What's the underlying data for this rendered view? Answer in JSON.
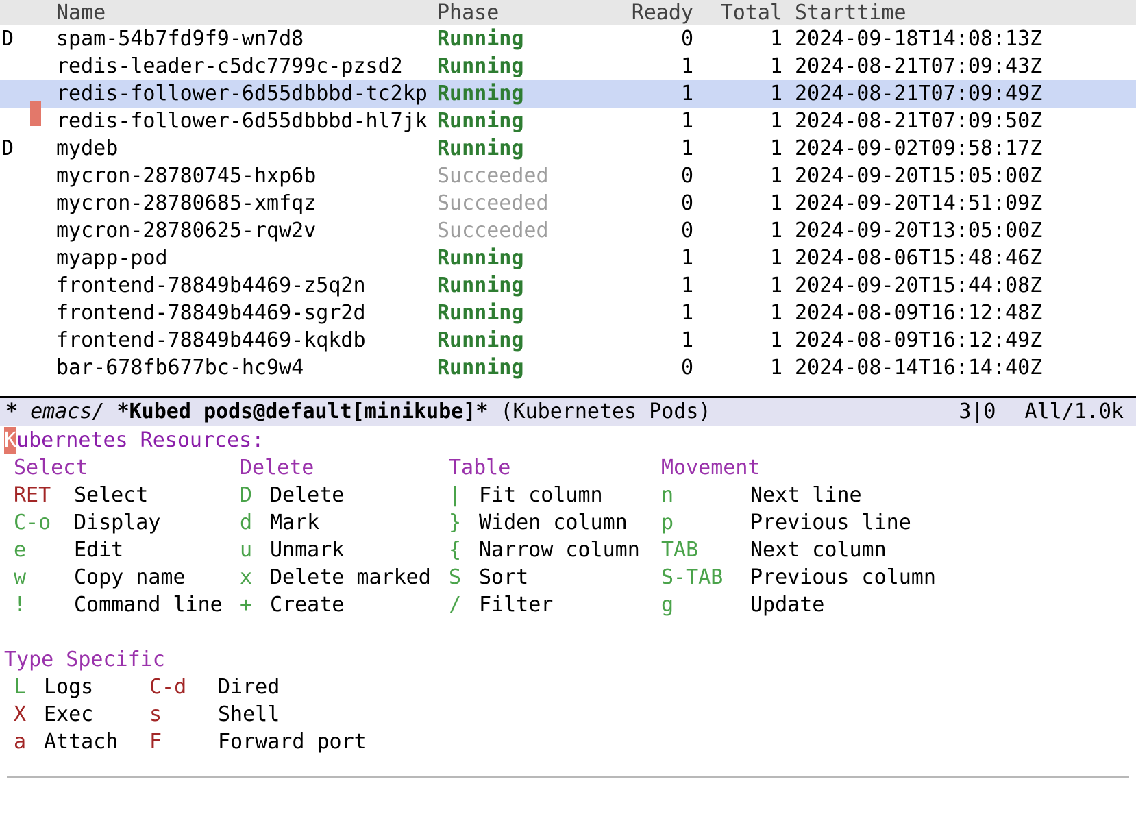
{
  "table": {
    "columns": [
      "Name",
      "Phase",
      "Ready",
      "Total",
      "Starttime"
    ],
    "rows": [
      {
        "mark": "D",
        "selected": false,
        "name": "spam-54b7fd9f9-wn7d8",
        "phase": "Running",
        "phase_state": "running",
        "ready": "0",
        "total": "1",
        "starttime": "2024-09-18T14:08:13Z"
      },
      {
        "mark": "",
        "selected": false,
        "name": "redis-leader-c5dc7799c-pzsd2",
        "phase": "Running",
        "phase_state": "running",
        "ready": "1",
        "total": "1",
        "starttime": "2024-08-21T07:09:43Z"
      },
      {
        "mark": "",
        "selected": true,
        "name": "redis-follower-6d55dbbbd-tc2kp",
        "phase": "Running",
        "phase_state": "running",
        "ready": "1",
        "total": "1",
        "starttime": "2024-08-21T07:09:49Z"
      },
      {
        "mark": "",
        "selected": false,
        "name": "redis-follower-6d55dbbbd-hl7jk",
        "phase": "Running",
        "phase_state": "running",
        "ready": "1",
        "total": "1",
        "starttime": "2024-08-21T07:09:50Z"
      },
      {
        "mark": "D",
        "selected": false,
        "name": "mydeb",
        "phase": "Running",
        "phase_state": "running",
        "ready": "1",
        "total": "1",
        "starttime": "2024-09-02T09:58:17Z"
      },
      {
        "mark": "",
        "selected": false,
        "name": "mycron-28780745-hxp6b",
        "phase": "Succeeded",
        "phase_state": "succeeded",
        "ready": "0",
        "total": "1",
        "starttime": "2024-09-20T15:05:00Z"
      },
      {
        "mark": "",
        "selected": false,
        "name": "mycron-28780685-xmfqz",
        "phase": "Succeeded",
        "phase_state": "succeeded",
        "ready": "0",
        "total": "1",
        "starttime": "2024-09-20T14:51:09Z"
      },
      {
        "mark": "",
        "selected": false,
        "name": "mycron-28780625-rqw2v",
        "phase": "Succeeded",
        "phase_state": "succeeded",
        "ready": "0",
        "total": "1",
        "starttime": "2024-09-20T13:05:00Z"
      },
      {
        "mark": "",
        "selected": false,
        "name": "myapp-pod",
        "phase": "Running",
        "phase_state": "running",
        "ready": "1",
        "total": "1",
        "starttime": "2024-08-06T15:48:46Z"
      },
      {
        "mark": "",
        "selected": false,
        "name": "frontend-78849b4469-z5q2n",
        "phase": "Running",
        "phase_state": "running",
        "ready": "1",
        "total": "1",
        "starttime": "2024-09-20T15:44:08Z"
      },
      {
        "mark": "",
        "selected": false,
        "name": "frontend-78849b4469-sgr2d",
        "phase": "Running",
        "phase_state": "running",
        "ready": "1",
        "total": "1",
        "starttime": "2024-08-09T16:12:48Z"
      },
      {
        "mark": "",
        "selected": false,
        "name": "frontend-78849b4469-kqkdb",
        "phase": "Running",
        "phase_state": "running",
        "ready": "1",
        "total": "1",
        "starttime": "2024-08-09T16:12:49Z"
      },
      {
        "mark": "",
        "selected": false,
        "name": "bar-678fb677bc-hc9w4",
        "phase": "Running",
        "phase_state": "running",
        "ready": "0",
        "total": "1",
        "starttime": "2024-08-14T16:14:40Z"
      }
    ]
  },
  "mode_line": {
    "modified_flag": "*",
    "frame_label": "emacs/",
    "buffer_name": "*Kubed pods@default[minikube]*",
    "major_mode": "(Kubernetes Pods)",
    "counts": "3|0",
    "position": "All/1.0k"
  },
  "help": {
    "title_first_char": "K",
    "title_rest": "ubernetes Resources:",
    "groups": [
      {
        "name": "Select",
        "bindings": [
          {
            "key": "RET",
            "key_color": "red",
            "desc": "Select"
          },
          {
            "key": "C-o",
            "key_color": "green",
            "desc": "Display"
          },
          {
            "key": "e",
            "key_color": "green",
            "desc": "Edit"
          },
          {
            "key": "w",
            "key_color": "green",
            "desc": "Copy name"
          },
          {
            "key": "!",
            "key_color": "green",
            "desc": "Command line"
          }
        ]
      },
      {
        "name": "Delete",
        "bindings": [
          {
            "key": "D",
            "key_color": "green",
            "desc": "Delete"
          },
          {
            "key": "d",
            "key_color": "green",
            "desc": "Mark"
          },
          {
            "key": "u",
            "key_color": "green",
            "desc": "Unmark"
          },
          {
            "key": "x",
            "key_color": "green",
            "desc": "Delete marked"
          },
          {
            "key": "+",
            "key_color": "green",
            "desc": "Create"
          }
        ]
      },
      {
        "name": "Table",
        "bindings": [
          {
            "key": "|",
            "key_color": "green",
            "desc": "Fit column"
          },
          {
            "key": "}",
            "key_color": "green",
            "desc": "Widen column"
          },
          {
            "key": "{",
            "key_color": "green",
            "desc": "Narrow column"
          },
          {
            "key": "S",
            "key_color": "green",
            "desc": "Sort"
          },
          {
            "key": "/",
            "key_color": "green",
            "desc": "Filter"
          }
        ]
      },
      {
        "name": "Movement",
        "bindings": [
          {
            "key": "n",
            "key_color": "green",
            "desc": "Next line"
          },
          {
            "key": "p",
            "key_color": "green",
            "desc": "Previous line"
          },
          {
            "key": "TAB",
            "key_color": "green",
            "desc": "Next column"
          },
          {
            "key": "S-TAB",
            "key_color": "green",
            "desc": "Previous column"
          },
          {
            "key": "g",
            "key_color": "green",
            "desc": "Update"
          }
        ]
      }
    ],
    "type_specific": {
      "name": "Type Specific",
      "rows": [
        {
          "left_key": "L",
          "left_key_color": "green",
          "left_desc": "Logs",
          "right_key": "C-d",
          "right_key_color": "red",
          "right_desc": "Dired"
        },
        {
          "left_key": "X",
          "left_key_color": "red",
          "left_desc": "Exec",
          "right_key": "s",
          "right_key_color": "red",
          "right_desc": "Shell"
        },
        {
          "left_key": "a",
          "left_key_color": "red",
          "left_desc": "Attach",
          "right_key": "F",
          "right_key_color": "red",
          "right_desc": "Forward port"
        }
      ]
    }
  },
  "colors": {
    "running": "#2e7d32",
    "succeeded": "#9e9e9e",
    "selection": "#ccd8f5",
    "cursor": "#e3786a",
    "group_title": "#9a32ab",
    "key_green": "#4aa34a",
    "key_red": "#a22626",
    "header_bg": "#e7e7e7",
    "mode_line_bg": "#e2e2f2"
  }
}
